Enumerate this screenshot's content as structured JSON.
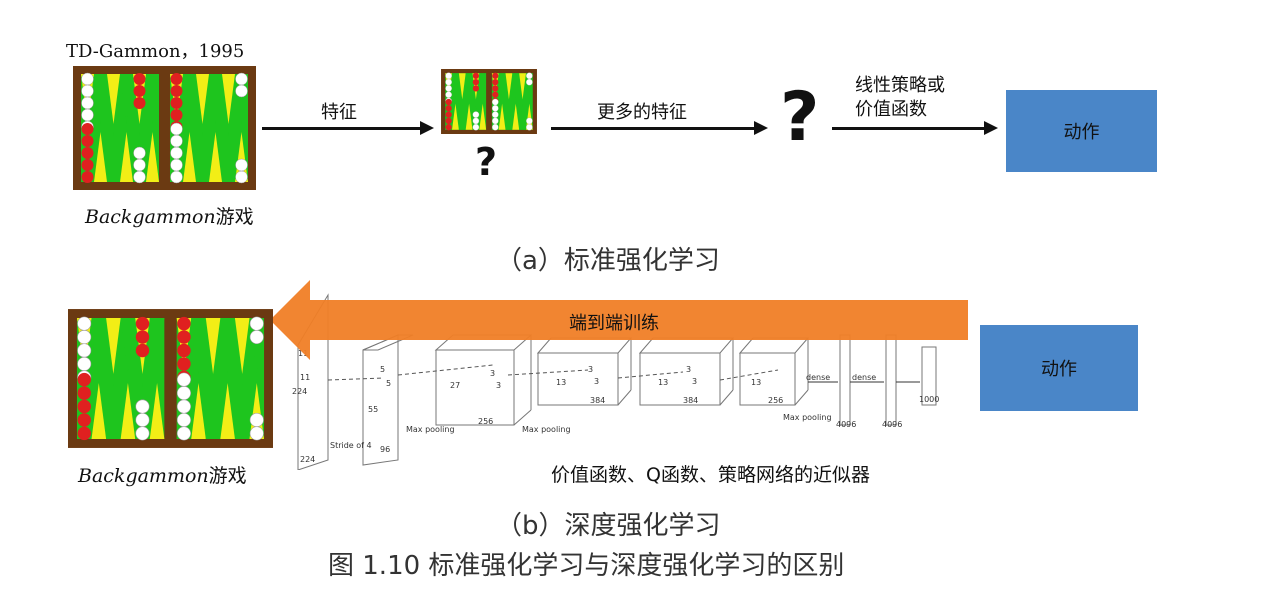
{
  "top": {
    "source_label": "TD-Gammon，1995",
    "game_label_italic": "Backgammon",
    "game_label_cn": "游戏",
    "arrow1_label": "特征",
    "arrow2_label": "更多的特征",
    "arrow3_label_line1": "线性策略或",
    "arrow3_label_line2": "价值函数",
    "small_question": "?",
    "big_question": "?",
    "action_label": "动作",
    "caption": "（a）标准强化学习"
  },
  "bottom": {
    "banner_label": "端到端训练",
    "game_label_italic": "Backgammon",
    "game_label_cn": "游戏",
    "action_label": "动作",
    "approximator_label": "价值函数、Q函数、策略网络的近似器",
    "caption": "（b）深度强化学习",
    "cnn": {
      "dims": [
        "224",
        "224",
        "11",
        "11",
        "55",
        "96",
        "27",
        "256",
        "13",
        "384",
        "13",
        "384",
        "13",
        "256",
        "4096",
        "4096",
        "1000"
      ],
      "kernels": [
        "5",
        "5",
        "3",
        "3",
        "3",
        "3",
        "3",
        "3"
      ],
      "stride": "Stride of 4",
      "pool1": "Max pooling",
      "pool2": "Max pooling",
      "pool3": "Max pooling",
      "dense1": "dense",
      "dense2": "dense"
    }
  },
  "figure_caption": "图 1.10 标准强化学习与深度强化学习的区别",
  "colors": {
    "action_box": "#4a86c8",
    "banner": "#f07e26",
    "board_frame": "#6b3a12",
    "board_green": "#1ec51e",
    "board_yellow": "#f2ee16",
    "checker_red": "#e02020",
    "checker_white": "#ffffff"
  }
}
